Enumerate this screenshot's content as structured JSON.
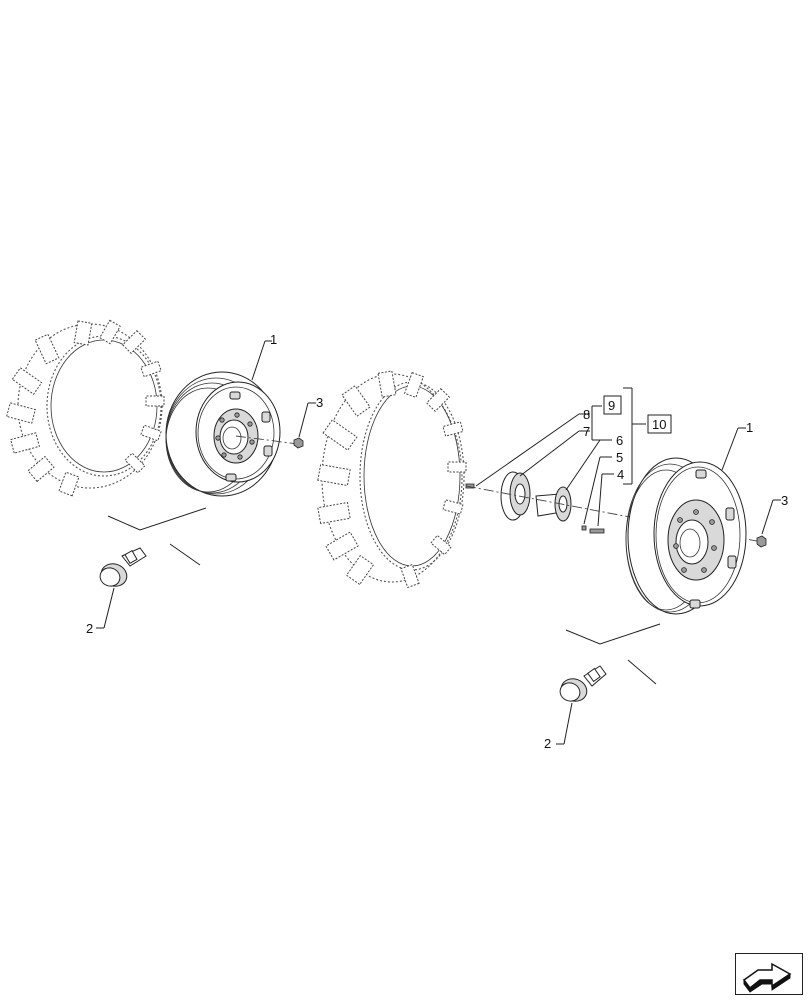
{
  "callouts": {
    "c1a": "1",
    "c1b": "1",
    "c2a": "2",
    "c2b": "2",
    "c3a": "3",
    "c3b": "3",
    "c4": "4",
    "c5": "5",
    "c6": "6",
    "c7": "7",
    "c8": "8",
    "c9": "9",
    "c10": "10"
  },
  "icons": {
    "nav": "arrow-icon"
  }
}
